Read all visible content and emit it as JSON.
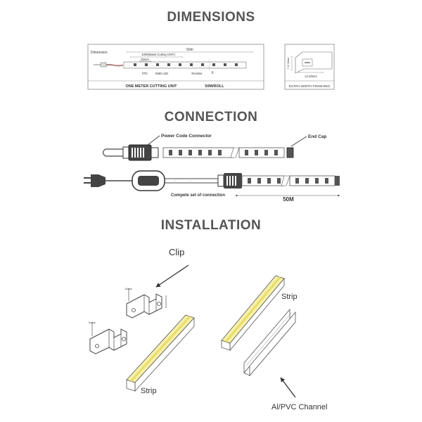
{
  "sections": {
    "dimensions": "DIMENSIONS",
    "connection": "CONNECTION",
    "installation": "INSTALLATION"
  },
  "dimensions": {
    "label": "Dimension",
    "total_length": "50m",
    "cutting_unit": "1000(Basis Cutting UNIT)",
    "segment": "25mm",
    "fpc": "FPC",
    "smd_led": "SMD LED",
    "resistor": "Resistor",
    "cut_mark": "X",
    "caption_left": "ONE METER CUTTING UNIT",
    "caption_roll": "50M/ROLL",
    "height": "7.0~8mm",
    "width": "12-20mm",
    "caption_right": "EXTRA WIDTH FINISHING"
  },
  "connection": {
    "power_connector": "Power Code Connector",
    "end_cap": "End Cap",
    "complete_set": "Compete set of connection",
    "length": "50M"
  },
  "installation": {
    "clip": "Clip",
    "strip_left": "Strip",
    "strip_right": "Strip",
    "channel": "Al/PVC Channel",
    "screw_a": "Screw",
    "screw_b": "Screw"
  }
}
